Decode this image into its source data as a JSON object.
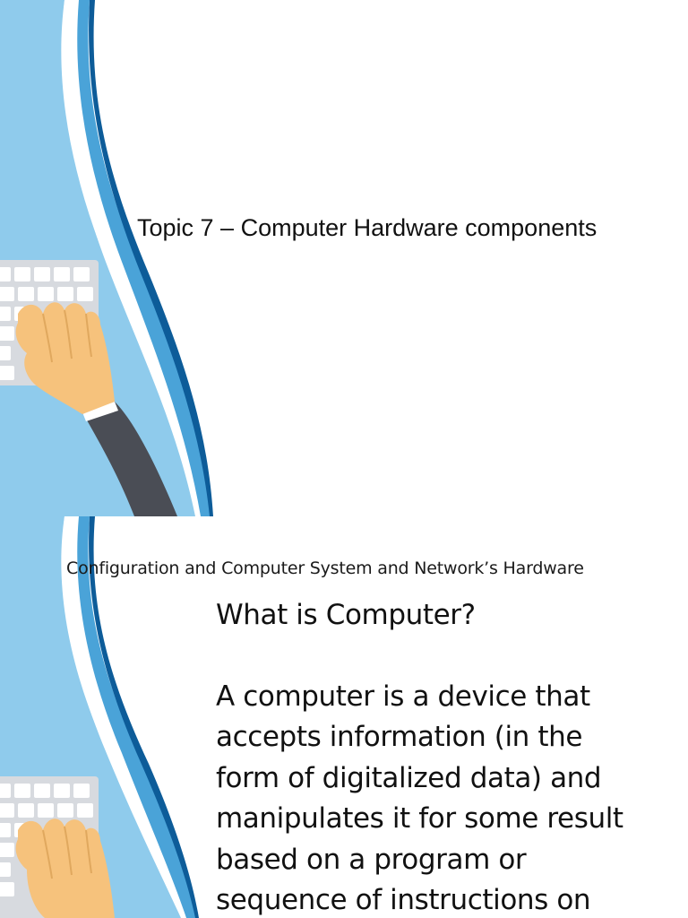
{
  "slides": [
    {
      "title": "Topic 7 – Computer Hardware components"
    },
    {
      "title": "Configuration and Computer System and Network’s Hardware",
      "question": "What is Computer?",
      "definition_lines": [
        "A computer is a device that",
        "accepts information (in the",
        "form of digitalized data) and",
        "manipulates it for some result",
        "based on a program or",
        "sequence of instructions on"
      ]
    }
  ],
  "theme": {
    "light_blue": "#8fcbec",
    "mid_blue": "#4aa3d8",
    "dark_blue": "#0d5c99",
    "skin": "#f6c27c",
    "sleeve": "#4a4d55"
  }
}
